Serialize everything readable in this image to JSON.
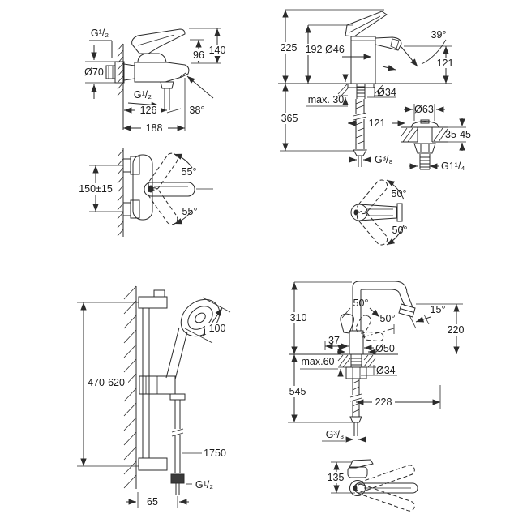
{
  "page": {
    "background_color": "#ffffff",
    "line_color": "#2b2b2b",
    "text_color": "#1a1a1a",
    "divider_color": "#ececec"
  },
  "labels": {
    "t1": {
      "g12_top": "G¹/₂",
      "dia70": "Ø70",
      "h96": "96",
      "h140": "140",
      "g12_mid": "G¹/₂",
      "w126": "126",
      "w188": "188",
      "a38": "38°",
      "s150": "150±15",
      "a55u": "55°",
      "a55d": "55°"
    },
    "t2": {
      "h225": "225",
      "h192": "192",
      "d46": "Ø46",
      "a39": "39°",
      "h121": "121",
      "max30": "max. 30",
      "d34": "Ø34",
      "h365": "365",
      "w121": "121",
      "g38": "G³/₈",
      "d63": "Ø63",
      "t3545": "35-45",
      "g114": "G1¹/₄",
      "a50u": "50°",
      "a50d": "50°"
    },
    "t3": {
      "d100": "100",
      "rail": "470-620",
      "hose": "1750",
      "g12": "G¹/₂",
      "w65": "65"
    },
    "t4": {
      "h310": "310",
      "a50a": "50°",
      "a50b": "50°",
      "a15": "15°",
      "h220": "220",
      "w37": "37",
      "d50": "Ø50",
      "max60": "max.60",
      "d34": "Ø34",
      "h545": "545",
      "w228": "228",
      "g38": "G³/₈",
      "h135": "135"
    }
  }
}
